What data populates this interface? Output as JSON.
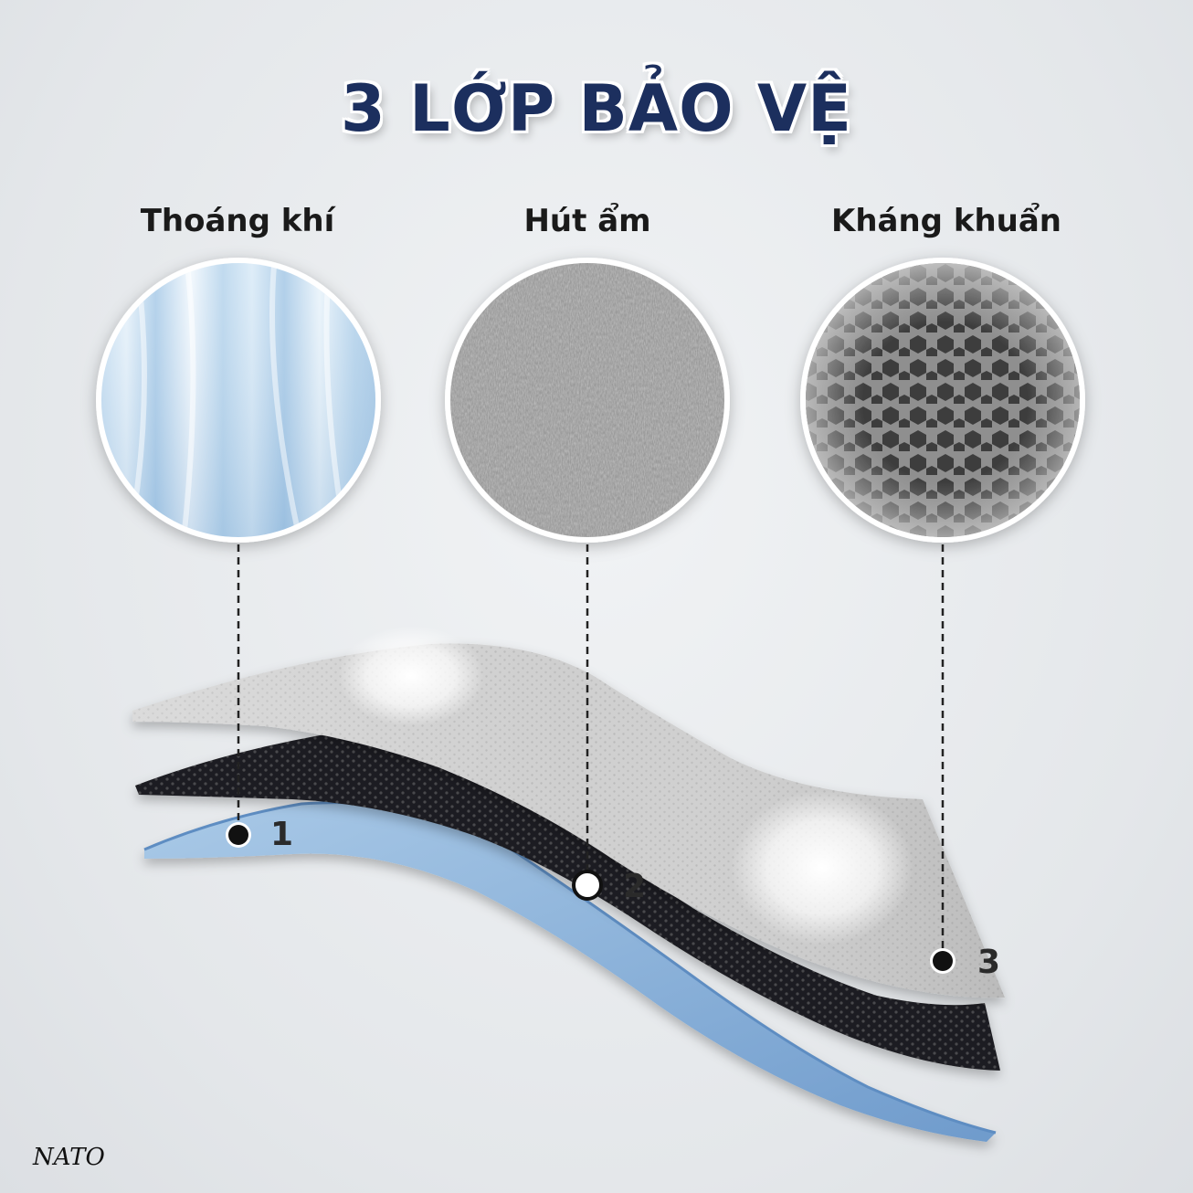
{
  "title": "3 LỚP BẢO VỆ",
  "layers": [
    {
      "label": "Thoáng khí",
      "number": "1"
    },
    {
      "label": "Hút ẩm",
      "number": "2"
    },
    {
      "label": "Kháng khuẩn",
      "number": "3"
    }
  ],
  "brand": "NATO",
  "colors": {
    "title": "#1c2f5e",
    "layer_blue": "#8fb3d8",
    "layer_black": "#1f1f21",
    "layer_gray": "#c9c9c9"
  }
}
